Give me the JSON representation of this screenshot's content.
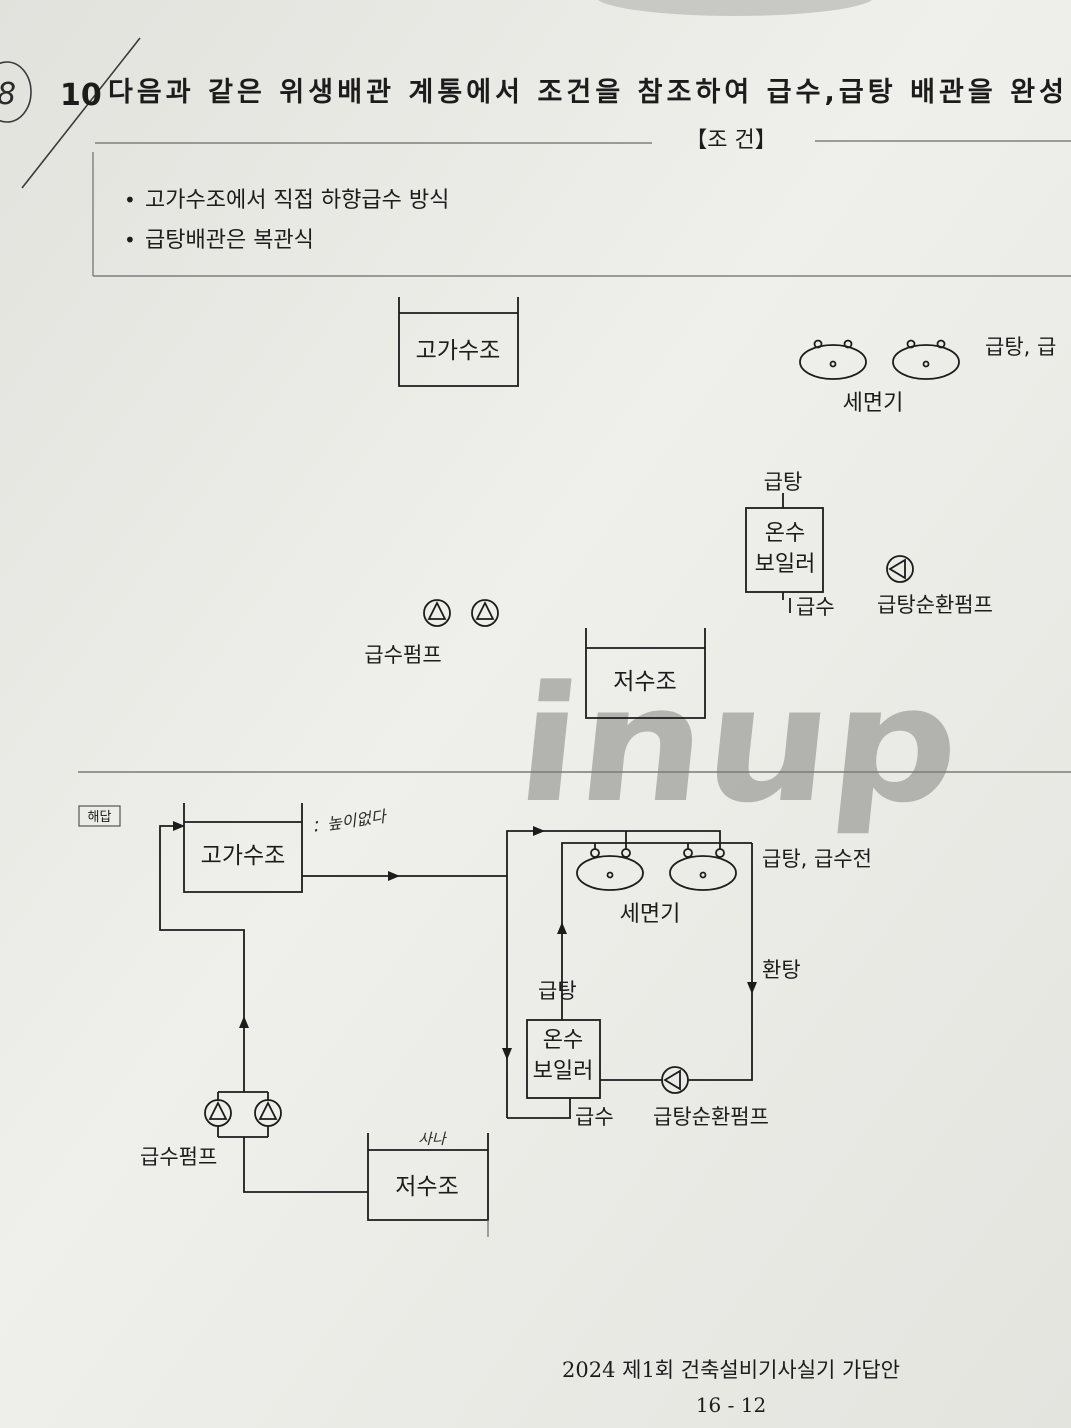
{
  "question": {
    "handwritten_mark": "8",
    "number": "10",
    "text": "다음과 같은 위생배관 계통에서 조건을 참조하여 급수,급탕 배관을 완성"
  },
  "conditions": {
    "title": "【조 건】",
    "bullet": "•",
    "items": [
      "고가수조에서 직접 하향급수 방식",
      "급탕배관은 복관식"
    ]
  },
  "problem_diagram": {
    "elevated_tank": "고가수조",
    "fixture_label": "급탕, 급",
    "basin": "세면기",
    "hot_water": "급탕",
    "boiler_line1": "온수",
    "boiler_line2": "보일러",
    "cold_water": "급수",
    "circ_pump": "급탕순환펌프",
    "supply_pump": "급수펌프",
    "storage_tank": "저수조"
  },
  "watermark": "inup",
  "answer": {
    "tag": "해답",
    "elevated_tank": "고가수조",
    "note_tank": "：높이없다",
    "fixture_label": "급탕, 급수전",
    "basin": "세면기",
    "return": "환탕",
    "hot_water": "급탕",
    "boiler_line1": "온수",
    "boiler_line2": "보일러",
    "cold_water": "급수",
    "circ_pump": "급탕순환펌프",
    "supply_pump": "급수펌프",
    "storage_tank": "저수조",
    "note_storage": "사나"
  },
  "footer": {
    "title": "2024 제1회 건축설비기사실기 가답안",
    "page": "16 - 12"
  },
  "colors": {
    "paper": "#ecebe6",
    "ink": "#1c1c1c",
    "watermark": "#a0a09d"
  }
}
